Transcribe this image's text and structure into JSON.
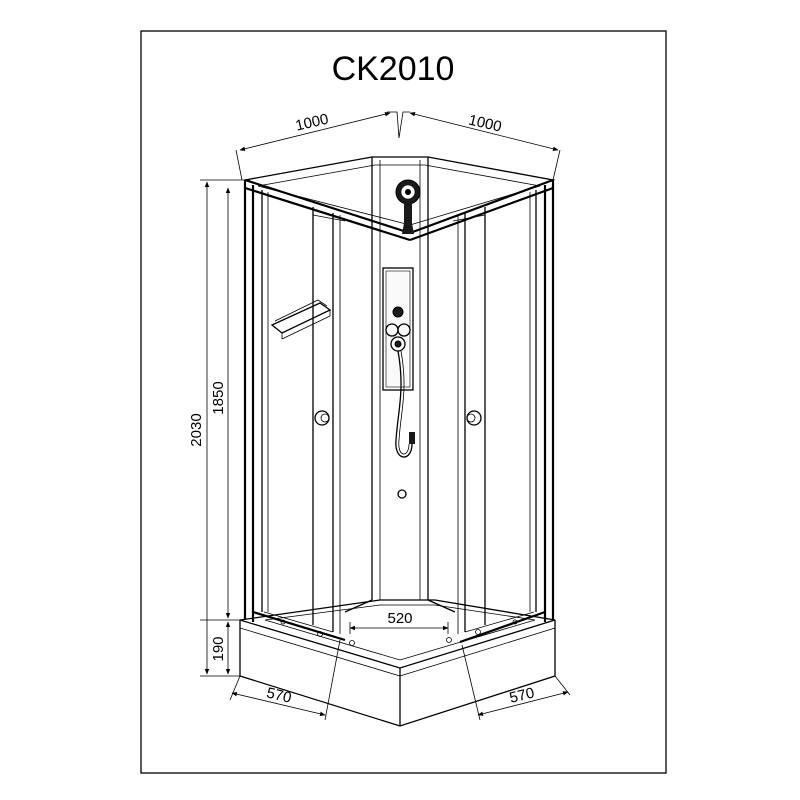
{
  "drawing": {
    "title": "CK2010",
    "dimensions": {
      "top_left_width": "1000",
      "top_right_width": "1000",
      "total_height": "2030",
      "cabin_height": "1850",
      "tray_height": "190",
      "bottom_left_width": "570",
      "bottom_right_width": "570",
      "tray_front": "520"
    }
  }
}
